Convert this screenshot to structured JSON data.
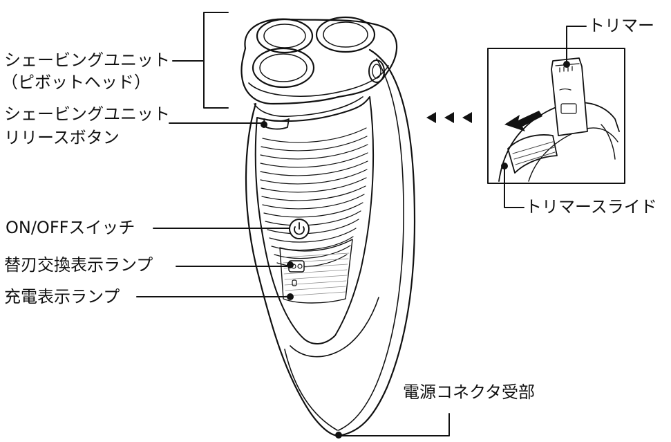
{
  "labels": {
    "shaving_unit_line1": "シェービングユニット",
    "shaving_unit_line2": "（ピボットヘッド）",
    "release_button_line1": "シェービングユニット",
    "release_button_line2": "リリースボタン",
    "power_switch": "ON/OFFスイッチ",
    "blade_replace_lamp": "替刃交換表示ランプ",
    "charge_lamp": "充電表示ランプ",
    "power_connector": "電源コネクタ受部",
    "trimmer": "トリマー",
    "trimmer_slide": "トリマースライド"
  },
  "icons": [
    "power-icon",
    "blade-replace-icon",
    "trimmer-slide-arrow-icon",
    "direction-arrows-icon"
  ],
  "colors": {
    "ink": "#111111",
    "background": "#ffffff"
  }
}
